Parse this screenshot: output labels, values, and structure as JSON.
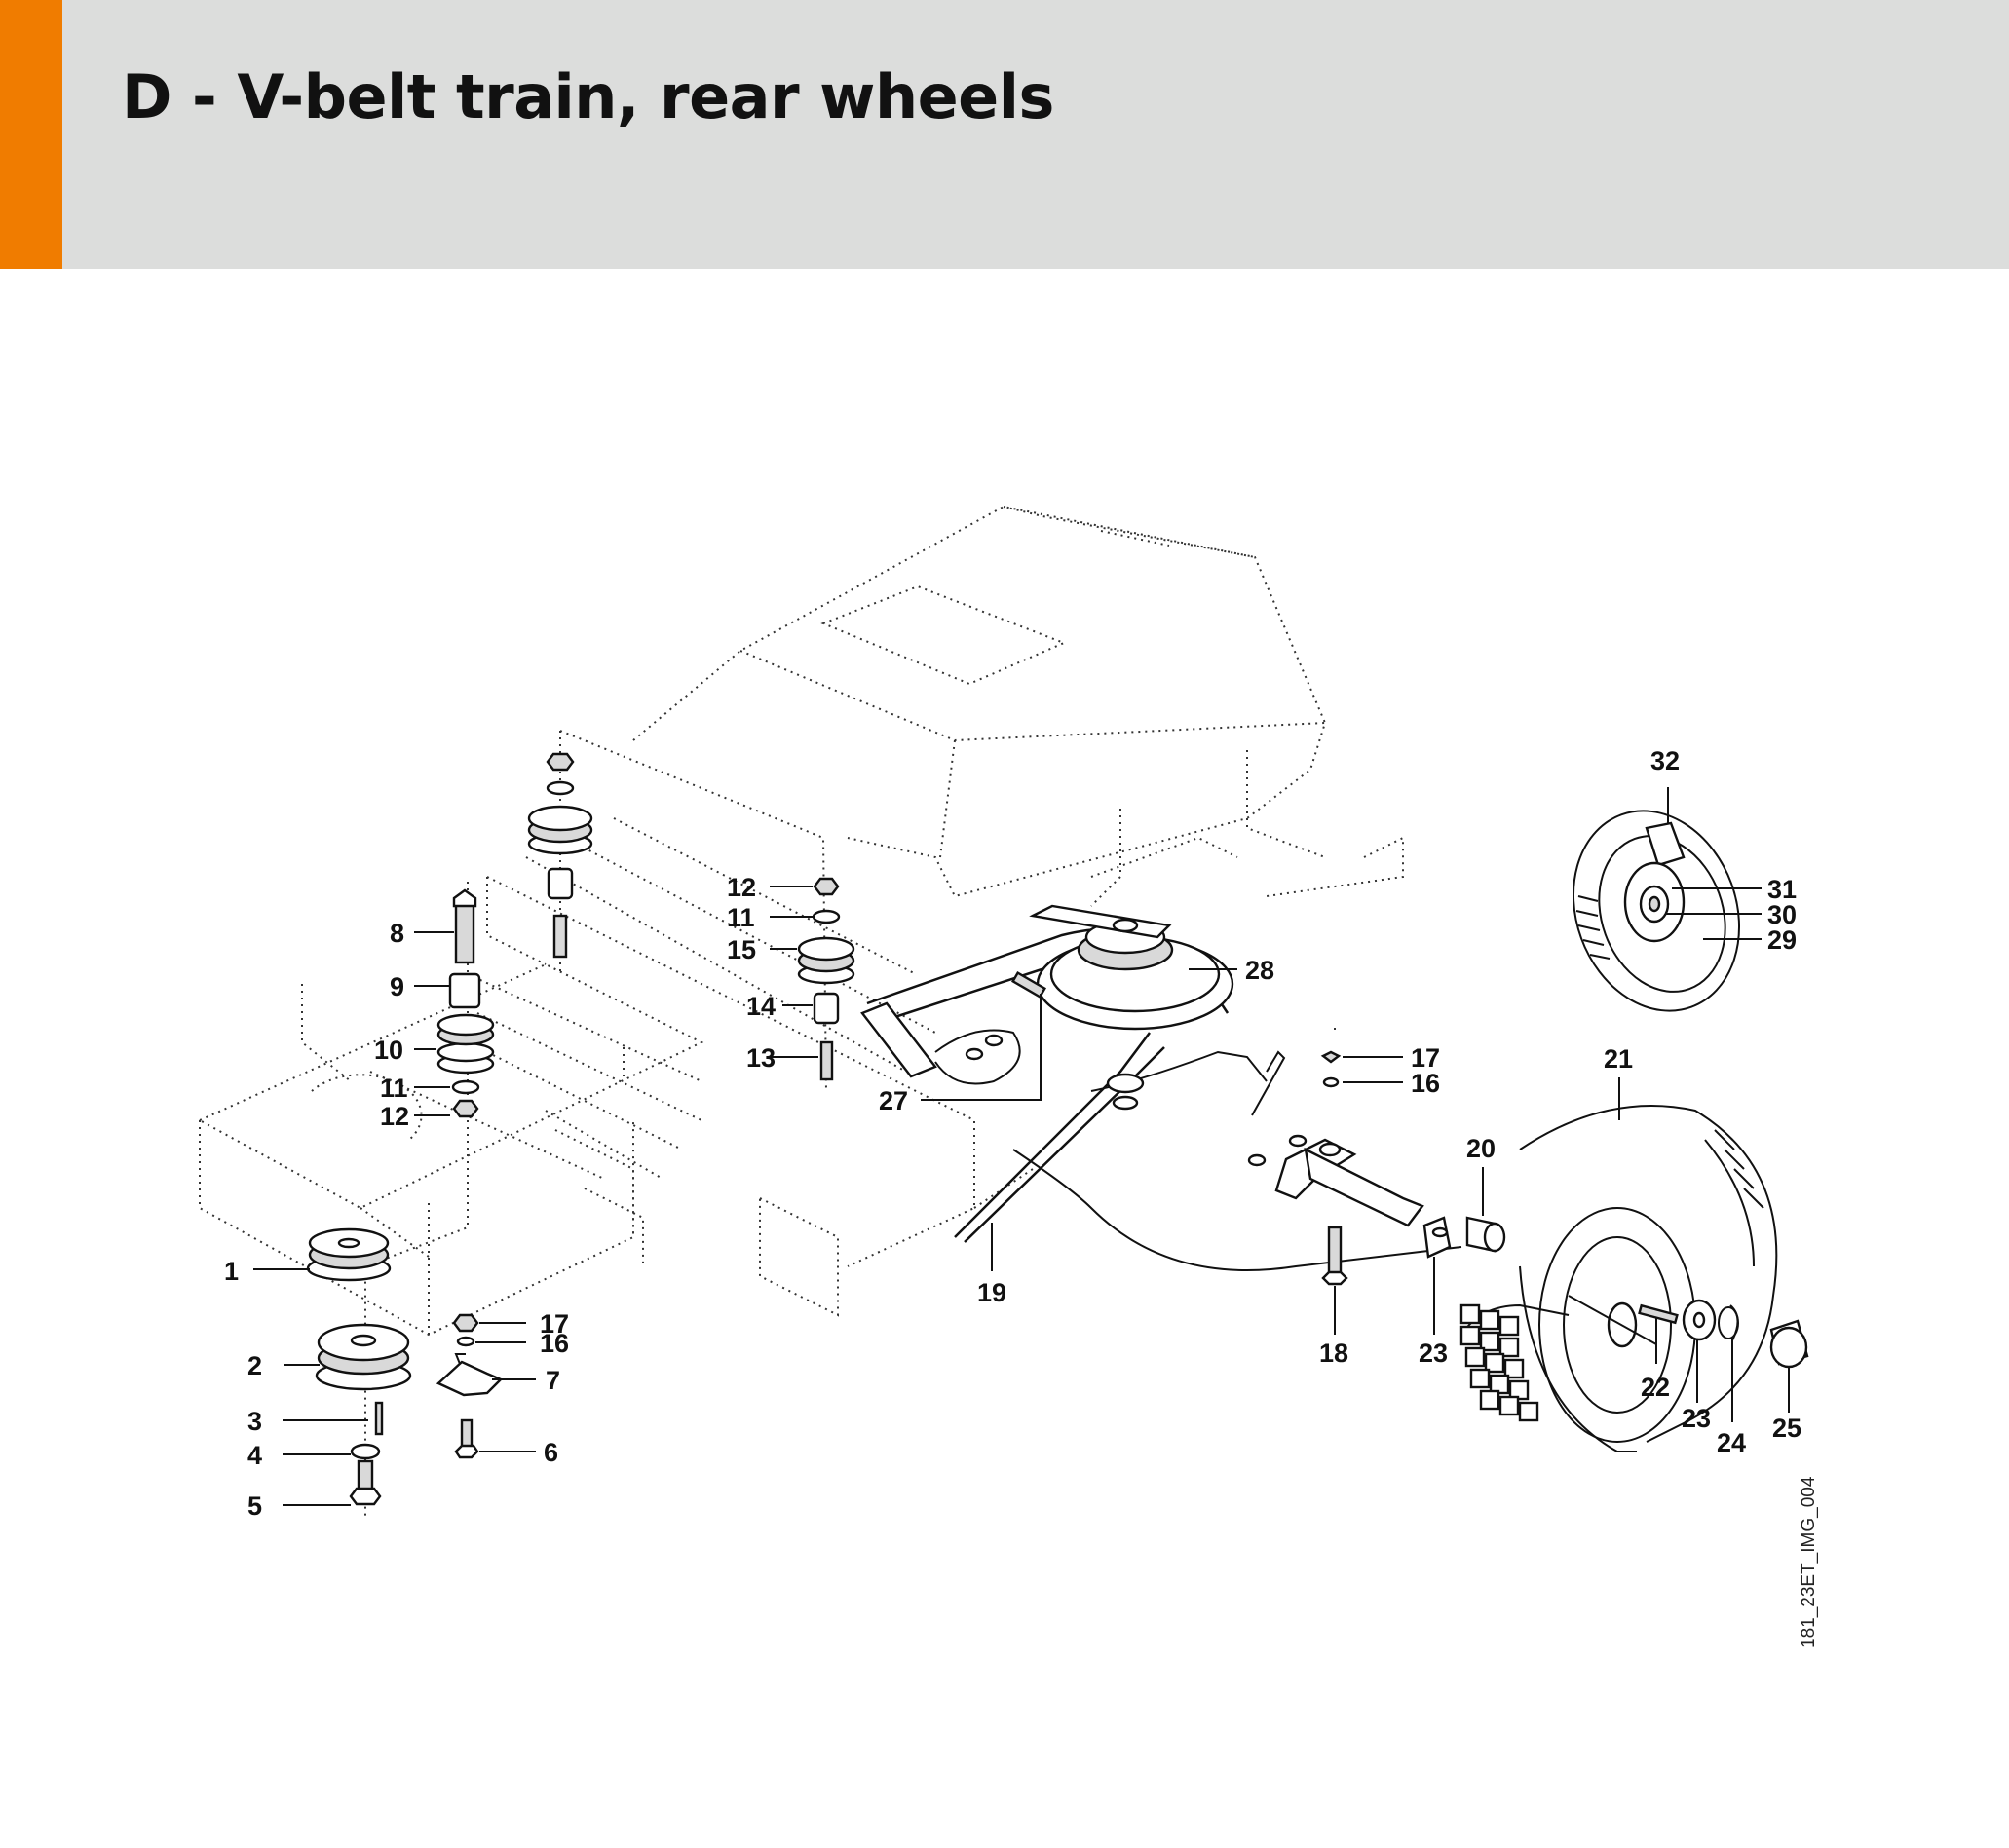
{
  "header": {
    "title": "D - V-belt train, rear wheels",
    "accent_color": "#f07c00",
    "background_color": "#dcdddc"
  },
  "diagram": {
    "image_code": "181_23ET_IMG_004",
    "callouts": [
      "1",
      "2",
      "3",
      "4",
      "5",
      "6",
      "7",
      "8",
      "9",
      "10",
      "11",
      "12",
      "12",
      "11",
      "15",
      "14",
      "13",
      "27",
      "28",
      "17",
      "16",
      "17",
      "16",
      "18",
      "19",
      "20",
      "21",
      "22",
      "23",
      "23",
      "24",
      "25",
      "29",
      "30",
      "31",
      "32"
    ]
  }
}
